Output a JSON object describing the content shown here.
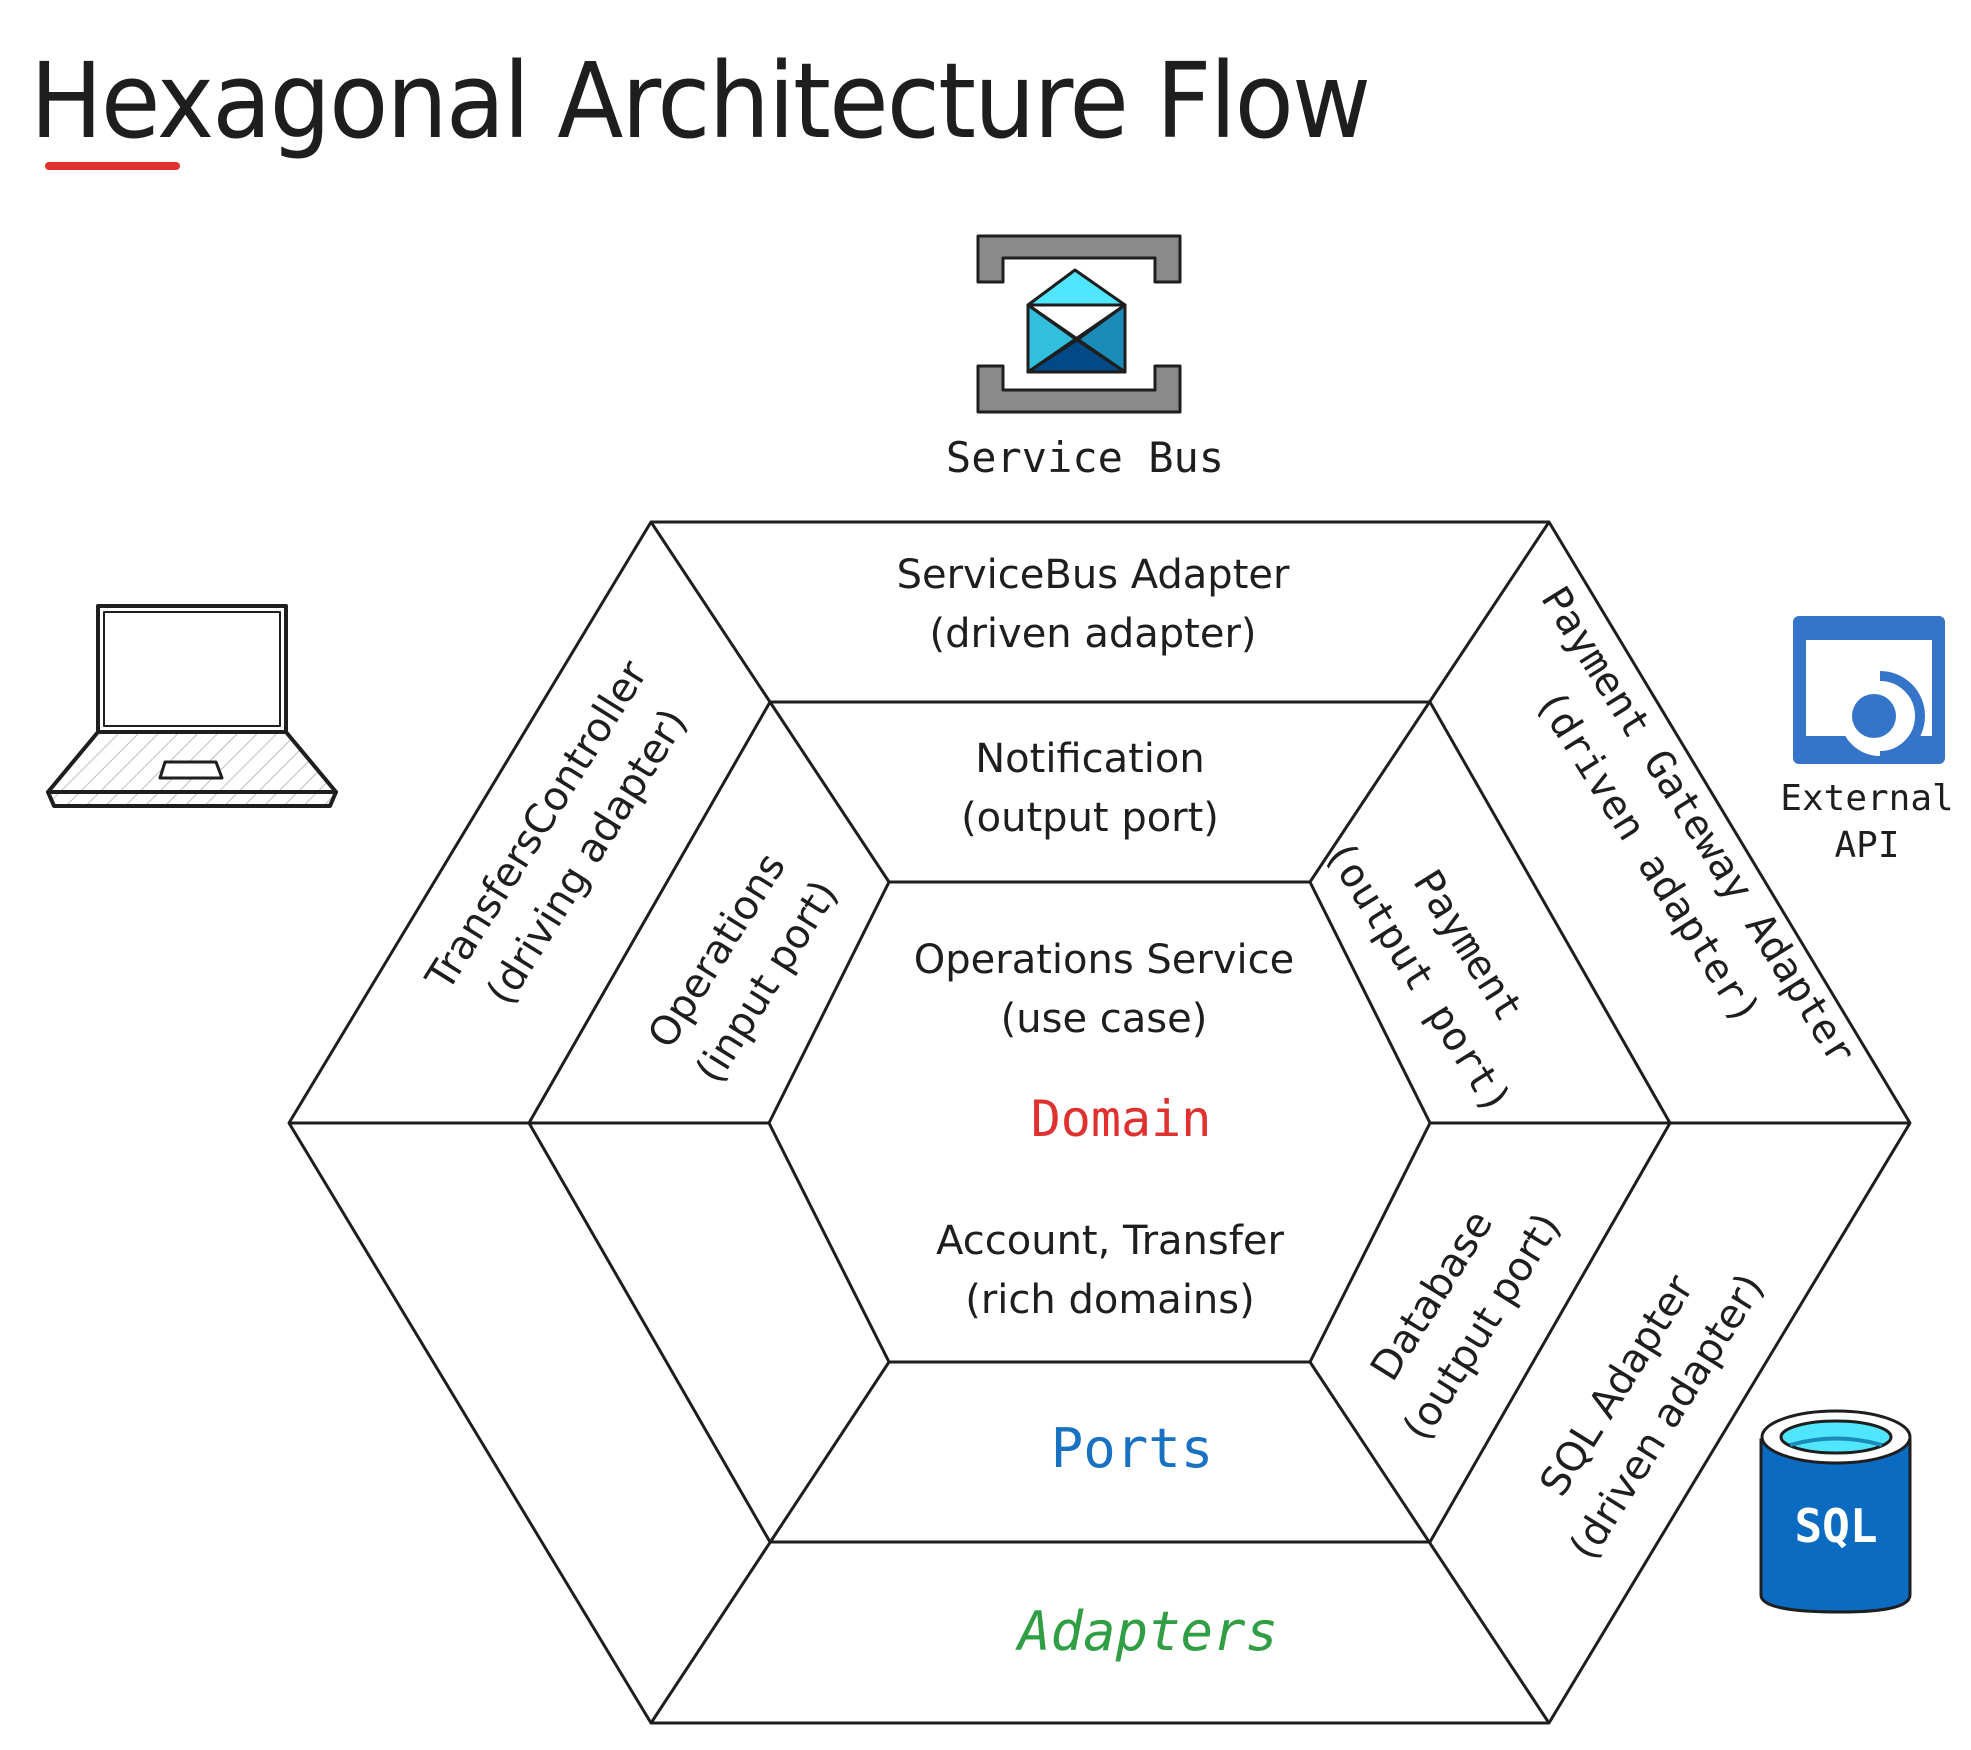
{
  "title": "Hexagonal Architecture Flow",
  "colors": {
    "domain": "#e03131",
    "ports": "#1971c2",
    "adapters": "#2f9e44",
    "title_underline": "#e03131",
    "line": "#1e1e1e",
    "api_blue": "#3575c9",
    "sql_blue": "#0a6bc1",
    "envelope_light": "#50e6ff",
    "envelope_mid": "#32bedd",
    "envelope_dark": "#1b8bb8",
    "envelope_deep": "#004b87",
    "bracket_gray": "#8a8a8a"
  },
  "external": {
    "service_bus": {
      "icon": "service-bus-envelope-icon",
      "label": "Service Bus"
    },
    "client": {
      "icon": "laptop-icon"
    },
    "external_api": {
      "icon": "api-management-icon",
      "label_line1": "External",
      "label_line2": "API"
    },
    "sql": {
      "icon": "sql-database-icon",
      "label": "SQL"
    }
  },
  "layers": {
    "domain": "Domain",
    "ports": "Ports",
    "adapters": "Adapters"
  },
  "segments": {
    "servicebus_adapter": {
      "line1": "ServiceBus Adapter",
      "line2": "(driven adapter)"
    },
    "notification_port": {
      "line1": "Notification",
      "line2": "(output port)"
    },
    "operations_service": {
      "line1": "Operations Service",
      "line2": "(use case)"
    },
    "rich_domains": {
      "line1": "Account, Transfer",
      "line2": "(rich domains)"
    },
    "transfers_controller": {
      "line1": "TransfersController",
      "line2": "(driving adapter)"
    },
    "operations_port": {
      "line1": "Operations",
      "line2": "(input port)"
    },
    "payment_gateway_adapter": {
      "line1": "Payment Gateway Adapter",
      "line2": "(driven adapter)"
    },
    "payment_port": {
      "line1": "Payment",
      "line2": "(output port)"
    },
    "database_port": {
      "line1": "Database",
      "line2": "(output port)"
    },
    "sql_adapter": {
      "line1": "SQL Adapter",
      "line2": "(driven adapter)"
    }
  }
}
